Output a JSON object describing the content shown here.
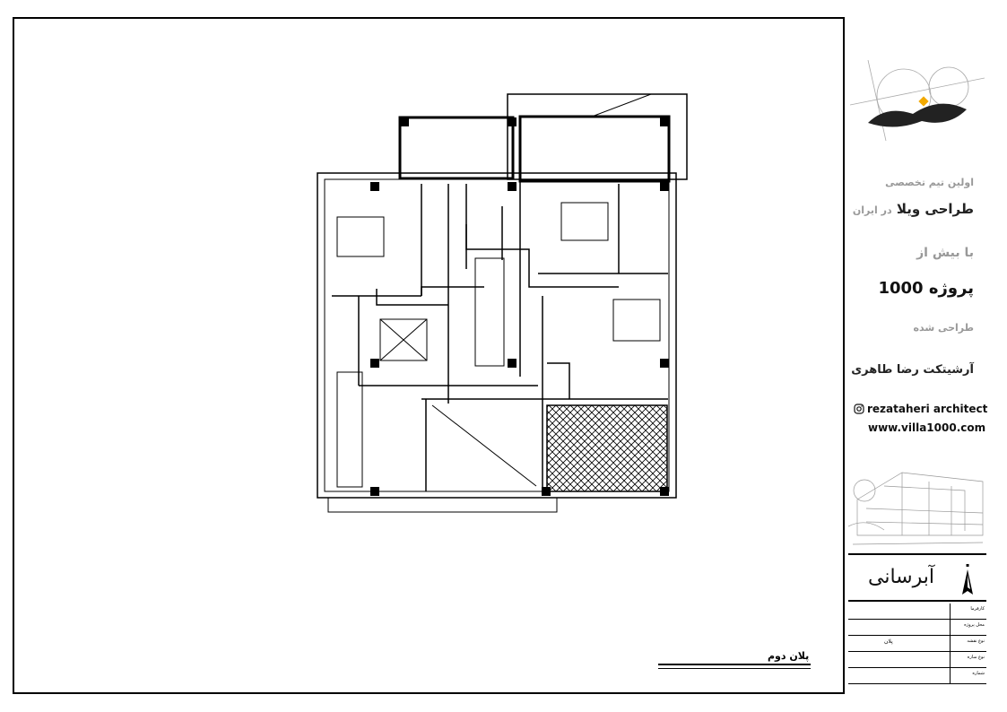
{
  "sheet": {
    "plan_title": "پلان دوم"
  },
  "title_block": {
    "line1": "اولین تیم تخصصی",
    "line2_a": "طراحی ویلا",
    "line2_b": "در ایران",
    "line3": "با بیش از",
    "line4": "1000 پروژه",
    "line5": "طراحی شده",
    "line6": "آرشیتکت رضا طاهری",
    "instagram": "rezataheri architect",
    "website": "www.villa1000.com",
    "project_name": "آبرسانی",
    "rows": [
      {
        "label": "کارفرما",
        "value": ""
      },
      {
        "label": "محل پروژه",
        "value": ""
      },
      {
        "label": "نوع نقشه",
        "value": "پلان"
      },
      {
        "label": "نوع سازه",
        "value": ""
      },
      {
        "label": "شماره",
        "value": ""
      }
    ]
  }
}
